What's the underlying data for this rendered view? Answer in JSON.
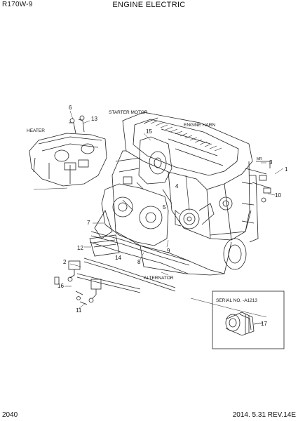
{
  "header": {
    "model": "R170W-9",
    "title": "ENGINE ELECTRIC"
  },
  "footer": {
    "page": "2040",
    "date_rev": "2014. 5.31  REV.14E"
  },
  "annotations": {
    "starter_motor": "STARTER MOTOR",
    "heater": "HEATER",
    "engine_harness": "ENGINE HARN",
    "alternator": "ALTERNATOR",
    "serial_note": "SERIAL NO. -A1213",
    "mr_label": "MR"
  },
  "callouts": [
    "1",
    "2",
    "3",
    "4",
    "5",
    "6",
    "7",
    "8",
    "9",
    "10",
    "11",
    "12",
    "13",
    "14",
    "15",
    "16",
    "17"
  ]
}
